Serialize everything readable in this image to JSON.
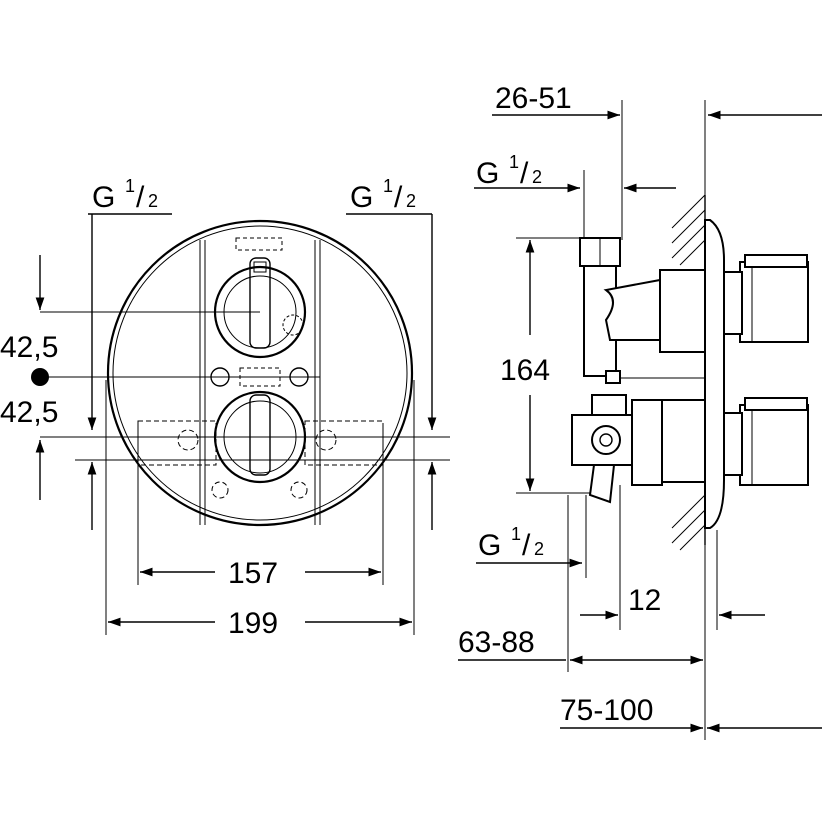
{
  "front_view": {
    "thread_left": {
      "main": "G",
      "num": "1",
      "den": "2"
    },
    "thread_right": {
      "main": "G",
      "num": "1",
      "den": "2"
    },
    "dim_upper_offset": "42,5",
    "dim_lower_offset": "42,5",
    "dim_inner_width": "157",
    "dim_outer_width": "199"
  },
  "side_view": {
    "dim_top_depth": "26-51",
    "thread_top": {
      "main": "G",
      "num": "1",
      "den": "2"
    },
    "dim_height": "164",
    "thread_bottom": {
      "main": "G",
      "num": "1",
      "den": "2"
    },
    "dim_offset": "12",
    "dim_install_depth": "63-88",
    "dim_total_depth": "75-100"
  }
}
